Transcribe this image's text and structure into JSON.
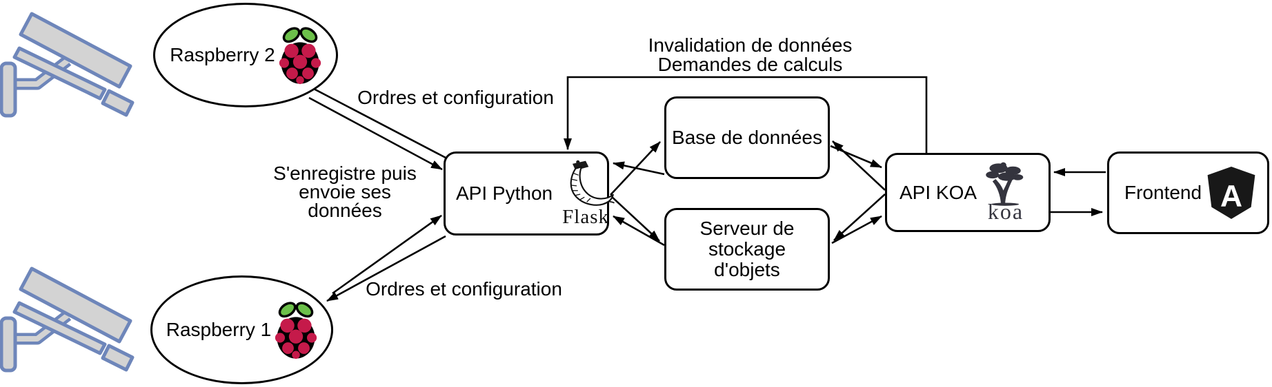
{
  "diagram": {
    "nodes": {
      "raspberry2": {
        "label": "Raspberry 2"
      },
      "raspberry1": {
        "label": "Raspberry 1"
      },
      "api_python": {
        "label": "API Python",
        "logo_wordmark": "Flask"
      },
      "database": {
        "label": "Base de données"
      },
      "object_storage": {
        "lines": [
          "Serveur de stockage",
          "d'objets"
        ]
      },
      "api_koa": {
        "label": "API KOA",
        "logo_wordmark": "koa"
      },
      "frontend": {
        "label": "Frontend",
        "logo_letter": "A"
      }
    },
    "edge_labels": {
      "orders_top": "Ordres et configuration",
      "orders_bottom": "Ordres et configuration",
      "register_lines": [
        "S'enregistre puis",
        "envoie ses",
        "données"
      ],
      "invalidation_lines": [
        "Invalidation de données",
        "Demandes de calculs"
      ]
    },
    "colors": {
      "line_color": "#000000",
      "raspberry_red": "#c51a4a",
      "leaf_green": "#6cc04a",
      "camera_fill": "#d3d3d3",
      "camera_stroke": "#6e86ba",
      "angular_black": "#181818",
      "koa_dark": "#34343e"
    }
  }
}
